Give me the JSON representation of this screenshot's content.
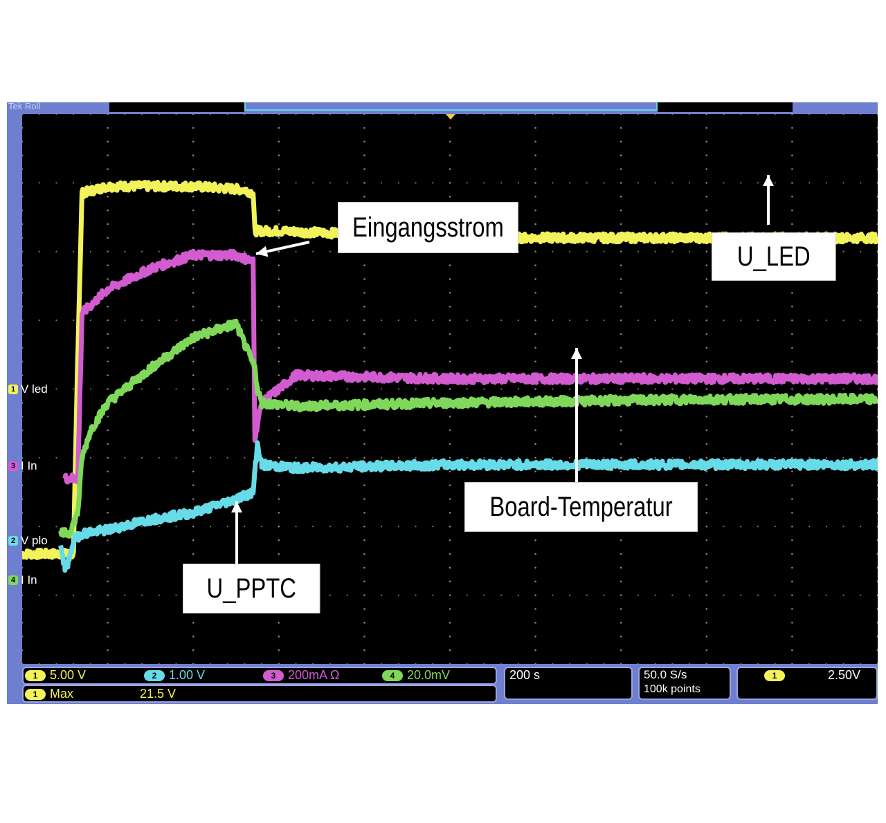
{
  "scope": {
    "brand": "Tek Roll",
    "channels": [
      {
        "id": "1",
        "label": "V led",
        "color": "#f2f25a",
        "scale": "5.00 V"
      },
      {
        "id": "2",
        "label": "V plo",
        "color": "#67dbe8",
        "scale": "1.00 V"
      },
      {
        "id": "3",
        "label": "I In",
        "color": "#d35bd0",
        "scale": "200mA Ω"
      },
      {
        "id": "4",
        "label": "I In",
        "color": "#7fd85a",
        "scale": "20.0mV"
      }
    ],
    "measurement": {
      "channel": "1",
      "name": "Max",
      "value": "21.5 V"
    },
    "timebase": "200 s",
    "sample_rate": "50.0 S/s",
    "record_length": "100k points",
    "trigger": {
      "channel": "1",
      "level": "2.50V"
    }
  },
  "annotations": {
    "eingangsstrom": "Eingangsstrom",
    "u_led": "U_LED",
    "board_temperatur": "Board-Temperatur",
    "u_pptc": "U_PPTC"
  },
  "chart_data": {
    "type": "line",
    "x_unit": "divisions",
    "y_unit": "divisions",
    "xlim": [
      0,
      10
    ],
    "ylim": [
      -4,
      4
    ],
    "grid": true,
    "series": [
      {
        "name": "U_LED",
        "color": "#f2f25a",
        "x": [
          0,
          0.5,
          0.6,
          0.65,
          0.7,
          1.0,
          2.0,
          2.6,
          2.7,
          2.72,
          3,
          5,
          8,
          10
        ],
        "y": [
          -2.4,
          -2.4,
          -2.4,
          0.5,
          2.85,
          2.95,
          2.95,
          2.9,
          2.85,
          2.3,
          2.3,
          2.2,
          2.2,
          2.2
        ]
      },
      {
        "name": "Eingangsstrom",
        "color": "#d35bd0",
        "x": [
          0.5,
          0.6,
          0.65,
          0.7,
          1.0,
          1.5,
          2.0,
          2.5,
          2.7,
          2.72,
          2.8,
          3.2,
          5,
          8,
          10
        ],
        "y": [
          -1.3,
          -1.3,
          -1.3,
          1.1,
          1.45,
          1.75,
          1.95,
          1.95,
          1.85,
          -0.7,
          -0.2,
          0.2,
          0.15,
          0.15,
          0.15
        ]
      },
      {
        "name": "Board-Temperatur",
        "color": "#7fd85a",
        "x": [
          0.45,
          0.55,
          0.65,
          0.7,
          0.8,
          1.0,
          1.5,
          2.0,
          2.5,
          2.72,
          2.75,
          2.8,
          3.2,
          5,
          8,
          10
        ],
        "y": [
          -2.1,
          -2.1,
          -1.8,
          -1.0,
          -0.6,
          -0.2,
          0.3,
          0.75,
          0.95,
          0.3,
          0.0,
          -0.2,
          -0.25,
          -0.2,
          -0.15,
          -0.15
        ]
      },
      {
        "name": "U_PPTC",
        "color": "#67dbe8",
        "x": [
          0.45,
          0.5,
          0.55,
          0.6,
          0.7,
          1.0,
          1.5,
          2.0,
          2.5,
          2.7,
          2.72,
          2.75,
          2.8,
          3.2,
          5,
          8,
          10
        ],
        "y": [
          -2.3,
          -2.6,
          -2.5,
          -2.2,
          -2.1,
          -2.05,
          -1.9,
          -1.8,
          -1.6,
          -1.5,
          -1.2,
          -0.8,
          -1.1,
          -1.15,
          -1.1,
          -1.1,
          -1.1
        ]
      }
    ]
  }
}
